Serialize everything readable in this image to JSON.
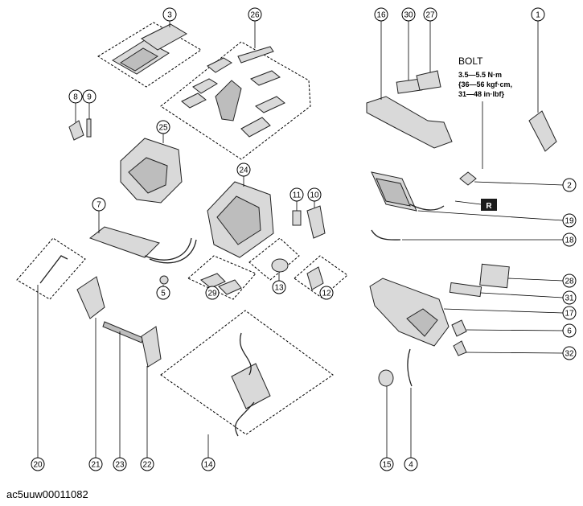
{
  "figure_id": "ac5uuw00011082",
  "spec": {
    "title": "BOLT",
    "lines": [
      "3.5—5.5 N·m",
      "{36—56 kgf·cm,",
      "31—48 in·lbf}"
    ]
  },
  "reference_label": "R",
  "callouts": [
    {
      "id": "c1",
      "label": "1"
    },
    {
      "id": "c2",
      "label": "2"
    },
    {
      "id": "c3",
      "label": "3"
    },
    {
      "id": "c4",
      "label": "4"
    },
    {
      "id": "c5",
      "label": "5"
    },
    {
      "id": "c6",
      "label": "6"
    },
    {
      "id": "c7",
      "label": "7"
    },
    {
      "id": "c8",
      "label": "8"
    },
    {
      "id": "c9",
      "label": "9"
    },
    {
      "id": "c10",
      "label": "10"
    },
    {
      "id": "c11",
      "label": "11"
    },
    {
      "id": "c12",
      "label": "12"
    },
    {
      "id": "c13",
      "label": "13"
    },
    {
      "id": "c14",
      "label": "14"
    },
    {
      "id": "c15",
      "label": "15"
    },
    {
      "id": "c16",
      "label": "16"
    },
    {
      "id": "c17",
      "label": "17"
    },
    {
      "id": "c18",
      "label": "18"
    },
    {
      "id": "c19",
      "label": "19"
    },
    {
      "id": "c20",
      "label": "20"
    },
    {
      "id": "c21",
      "label": "21"
    },
    {
      "id": "c22",
      "label": "22"
    },
    {
      "id": "c23",
      "label": "23"
    },
    {
      "id": "c24",
      "label": "24"
    },
    {
      "id": "c25",
      "label": "25"
    },
    {
      "id": "c26",
      "label": "26"
    },
    {
      "id": "c27",
      "label": "27"
    },
    {
      "id": "c28",
      "label": "28"
    },
    {
      "id": "c29",
      "label": "29"
    },
    {
      "id": "c30",
      "label": "30"
    },
    {
      "id": "c31",
      "label": "31"
    },
    {
      "id": "c32",
      "label": "32"
    }
  ]
}
